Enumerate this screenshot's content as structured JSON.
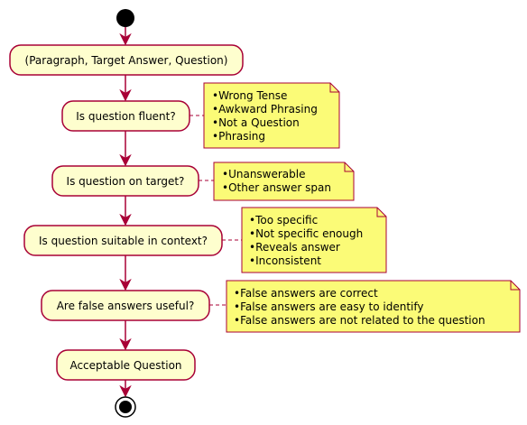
{
  "colors": {
    "activity_fill": "#FEFECE",
    "note_fill": "#FBFB77",
    "border": "#A80036",
    "node": "#000000"
  },
  "activities": [
    {
      "id": "input",
      "label": "(Paragraph, Target Answer, Question)"
    },
    {
      "id": "fluent",
      "label": "Is question fluent?"
    },
    {
      "id": "target",
      "label": "Is question on target?"
    },
    {
      "id": "context",
      "label": "Is question suitable in context?"
    },
    {
      "id": "false-answers",
      "label": "Are false answers useful?"
    },
    {
      "id": "acceptable",
      "label": "Acceptable Question"
    }
  ],
  "notes": [
    {
      "id": "fluent",
      "items": [
        "Wrong Tense",
        "Awkward Phrasing",
        "Not a Question",
        "Phrasing"
      ]
    },
    {
      "id": "target",
      "items": [
        "Unanswerable",
        "Other answer span"
      ]
    },
    {
      "id": "context",
      "items": [
        "Too specific",
        "Not specific enough",
        "Reveals answer",
        "Inconsistent"
      ]
    },
    {
      "id": "false-answers",
      "items": [
        "False answers are correct",
        "False answers are easy to identify",
        "False answers are not related to the question"
      ]
    }
  ],
  "bullet": "•"
}
